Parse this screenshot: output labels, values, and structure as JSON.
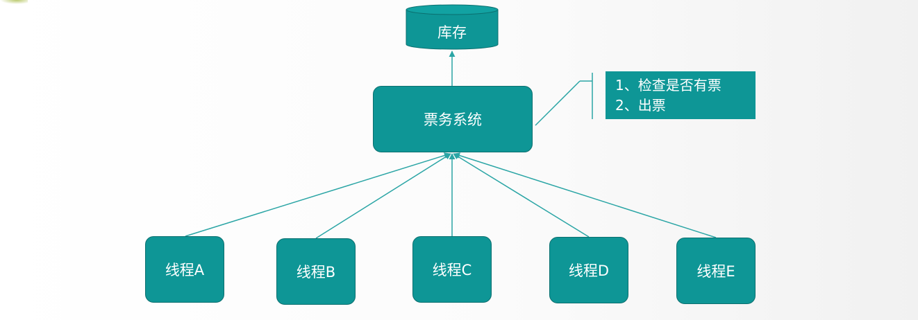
{
  "diagram": {
    "database": {
      "label": "库存"
    },
    "system": {
      "label": "票务系统"
    },
    "note": {
      "lines": [
        "1、检查是否有票",
        "2、出票"
      ]
    },
    "threads": [
      {
        "label": "线程A"
      },
      {
        "label": "线程B"
      },
      {
        "label": "线程C"
      },
      {
        "label": "线程D"
      },
      {
        "label": "线程E"
      }
    ]
  },
  "colors": {
    "node_fill": "#0e9696",
    "node_border": "#0b6f6f",
    "connector": "#2aa5a5"
  }
}
